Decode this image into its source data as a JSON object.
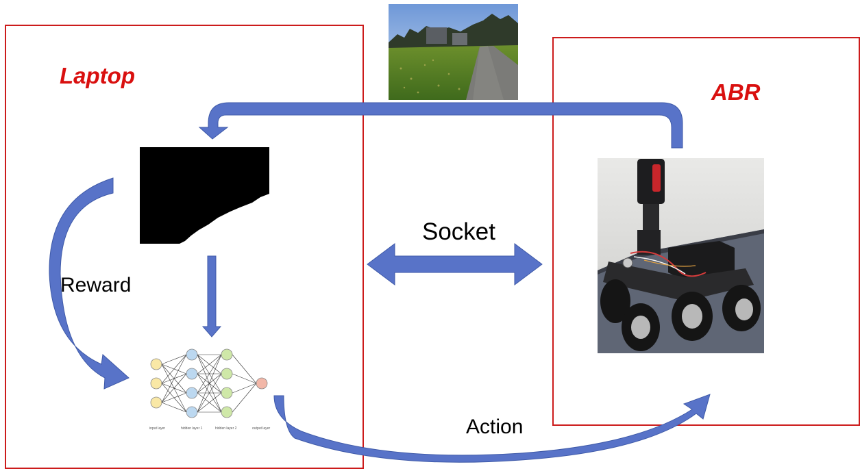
{
  "laptop": {
    "label": "Laptop"
  },
  "abr": {
    "label": "ABR"
  },
  "socket": {
    "label": "Socket"
  },
  "reward": {
    "label": "Reward"
  },
  "action": {
    "label": "Action"
  },
  "neural_net": {
    "layer_labels": [
      "input layer",
      "hidden layer 1",
      "hidden layer 2",
      "output layer"
    ],
    "layer_sizes": [
      3,
      4,
      4,
      1
    ],
    "layer_colors": [
      "#f9e8a6",
      "#bcd8f0",
      "#cfe8a8",
      "#f2b7a8"
    ]
  },
  "colors": {
    "box_border": "#cc1b1b",
    "label_red": "#d9100f",
    "arrow_blue": "#5873c8",
    "arrow_outline": "#3f5aa8"
  },
  "images": {
    "camera_view": "outdoor-campus-photo",
    "segmentation_mask": "black-mask-image",
    "robot": "rover-robot-photo"
  }
}
